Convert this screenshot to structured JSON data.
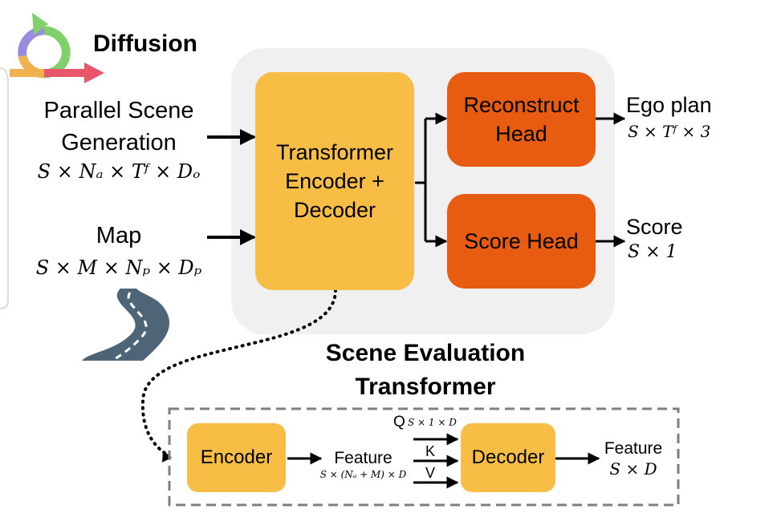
{
  "header": {
    "title": "Diffusion"
  },
  "inputs": {
    "scene": {
      "line1": "Parallel Scene",
      "line2": "Generation",
      "formula": "S × Nₐ × Tᶠ × Dₒ"
    },
    "map": {
      "label": "Map",
      "formula": "S × M × Nₚ × Dₚ"
    }
  },
  "transformer": {
    "line1": "Transformer",
    "line2": "Encoder +",
    "line3": "Decoder"
  },
  "heads": {
    "reconstruct": {
      "line1": "Reconstruct",
      "line2": "Head"
    },
    "score": {
      "label": "Score Head"
    }
  },
  "outputs": {
    "ego_plan": {
      "label": "Ego plan",
      "formula": "S × Tᶠ × 3"
    },
    "score": {
      "label": "Score",
      "formula": "S × 1"
    }
  },
  "section_title": {
    "line1": "Scene Evaluation",
    "line2": "Transformer"
  },
  "detail": {
    "encoder": "Encoder",
    "decoder": "Decoder",
    "feature_mid": {
      "label": "Feature",
      "formula": "S × (Nₐ + M) × D"
    },
    "q": {
      "label": "Q",
      "formula": "S × 1 × D"
    },
    "k": "K",
    "v": "V",
    "feature_out": {
      "label": "Feature",
      "formula": "S × D"
    }
  },
  "colors": {
    "yellow_box": "#f8bd45",
    "orange_box": "#e85c11",
    "panel_bg": "#f0f0f0",
    "dashed_border": "#7f7f7f"
  }
}
